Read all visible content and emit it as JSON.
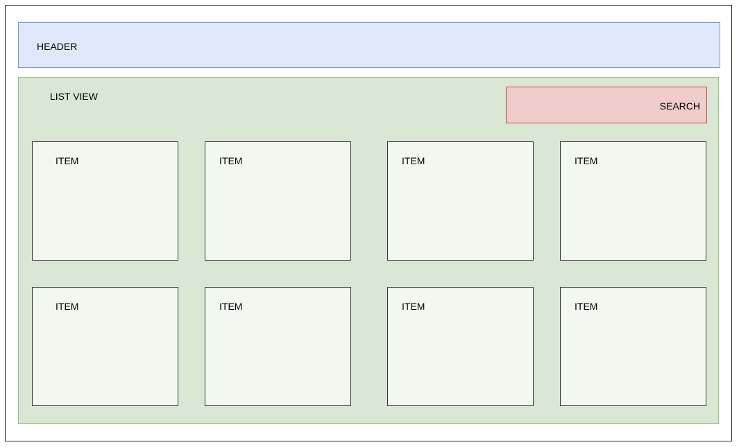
{
  "header": {
    "label": "HEADER"
  },
  "list_view": {
    "label": "LIST VIEW",
    "search_label": "SEARCH",
    "items": [
      {
        "label": "ITEM"
      },
      {
        "label": "ITEM"
      },
      {
        "label": "ITEM"
      },
      {
        "label": "ITEM"
      },
      {
        "label": "ITEM"
      },
      {
        "label": "ITEM"
      },
      {
        "label": "ITEM"
      },
      {
        "label": "ITEM"
      }
    ]
  }
}
